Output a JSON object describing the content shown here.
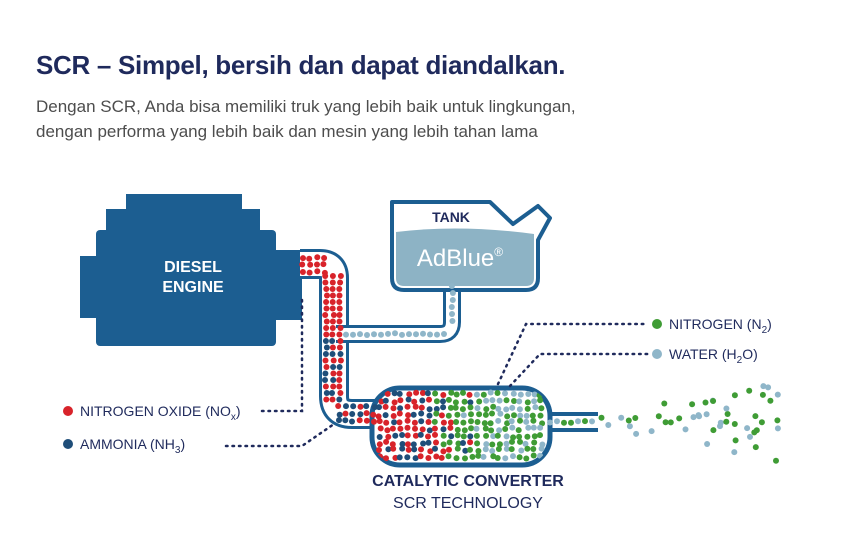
{
  "header": {
    "title": "SCR – Simpel, bersih dan dapat diandalkan.",
    "subtitle_line1": "Dengan SCR, Anda bisa memiliki truk yang lebih baik untuk lingkungan,",
    "subtitle_line2": "dengan performa yang lebih baik dan mesin yang lebih tahan lama"
  },
  "engine": {
    "line1": "DIESEL",
    "line2": "ENGINE"
  },
  "tank": {
    "label": "TANK",
    "brand": "AdBlue",
    "mark": "®"
  },
  "converter": {
    "title": "CATALYTIC CONVERTER",
    "subtitle": "SCR TECHNOLOGY"
  },
  "legend": {
    "nitrogen_oxide": {
      "text": "NITROGEN OXIDE (NO",
      "sub": "x",
      "close": ")"
    },
    "ammonia": {
      "text": "AMMONIA (NH",
      "sub": "3",
      "close": ")"
    },
    "nitrogen": {
      "text": "NITROGEN (N",
      "sub": "2",
      "close": ")"
    },
    "water": {
      "text": "WATER (H",
      "sub": "2",
      "close": "O)"
    }
  },
  "colors": {
    "navy": "#1f2a5c",
    "blue": "#1c5e91",
    "nox": "#d8232a",
    "ammonia": "#1f4e79",
    "nitrogen": "#3f9c35",
    "water": "#8fb6c9",
    "adblue": "#8db3c5"
  }
}
